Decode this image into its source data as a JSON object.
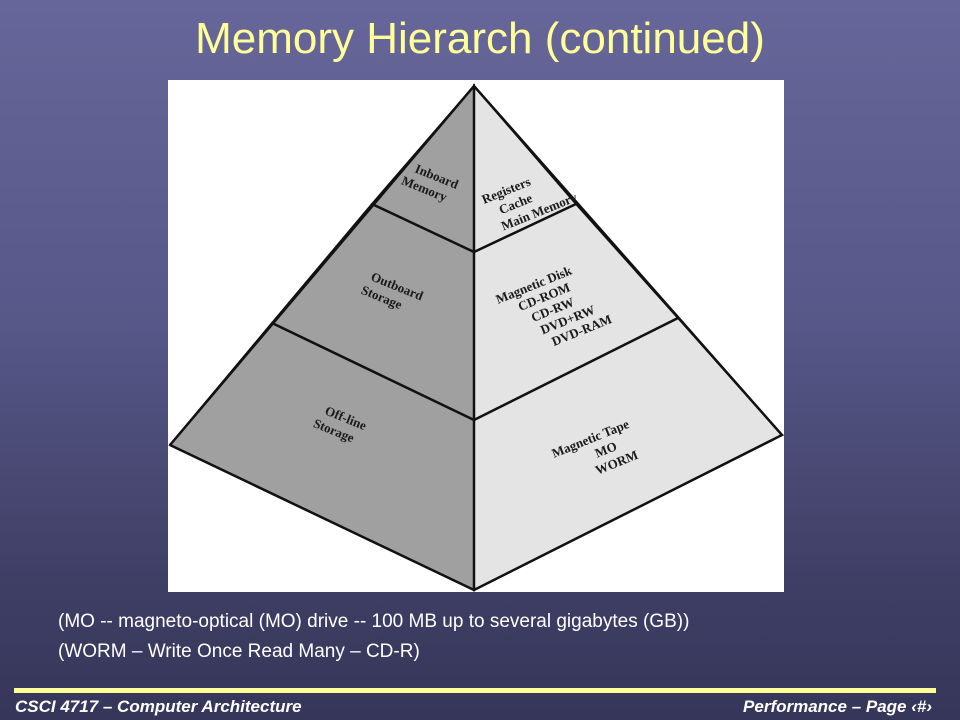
{
  "title": "Memory Hierarch (continued)",
  "pyramid": {
    "tiers": [
      {
        "name": "inboard",
        "category": [
          "Inboard",
          "Memory"
        ],
        "items": [
          "Registers",
          "Cache",
          "Main Memory"
        ]
      },
      {
        "name": "outboard",
        "category": [
          "Outboard",
          "Storage"
        ],
        "items": [
          "Magnetic Disk",
          "CD-ROM",
          "CD-RW",
          "DVD+RW",
          "DVD-RAM"
        ]
      },
      {
        "name": "offline",
        "category": [
          "Off-line",
          "Storage"
        ],
        "items": [
          "Magnetic Tape",
          "MO",
          "WORM"
        ]
      }
    ],
    "colors": {
      "left_face": "#a0a0a0",
      "right_face": "#e4e4e4",
      "edge": "#111111"
    }
  },
  "notes": [
    "(MO -- magneto-optical (MO) drive -- 100 MB up to several gigabytes (GB))",
    "(WORM – Write Once Read Many – CD-R)"
  ],
  "footer": {
    "left": "CSCI 4717 – Computer Architecture",
    "right": "Performance – Page ‹#›"
  },
  "colors": {
    "title": "#ffff99",
    "footer_rule": "#ffff99",
    "text": "#ffffff"
  }
}
